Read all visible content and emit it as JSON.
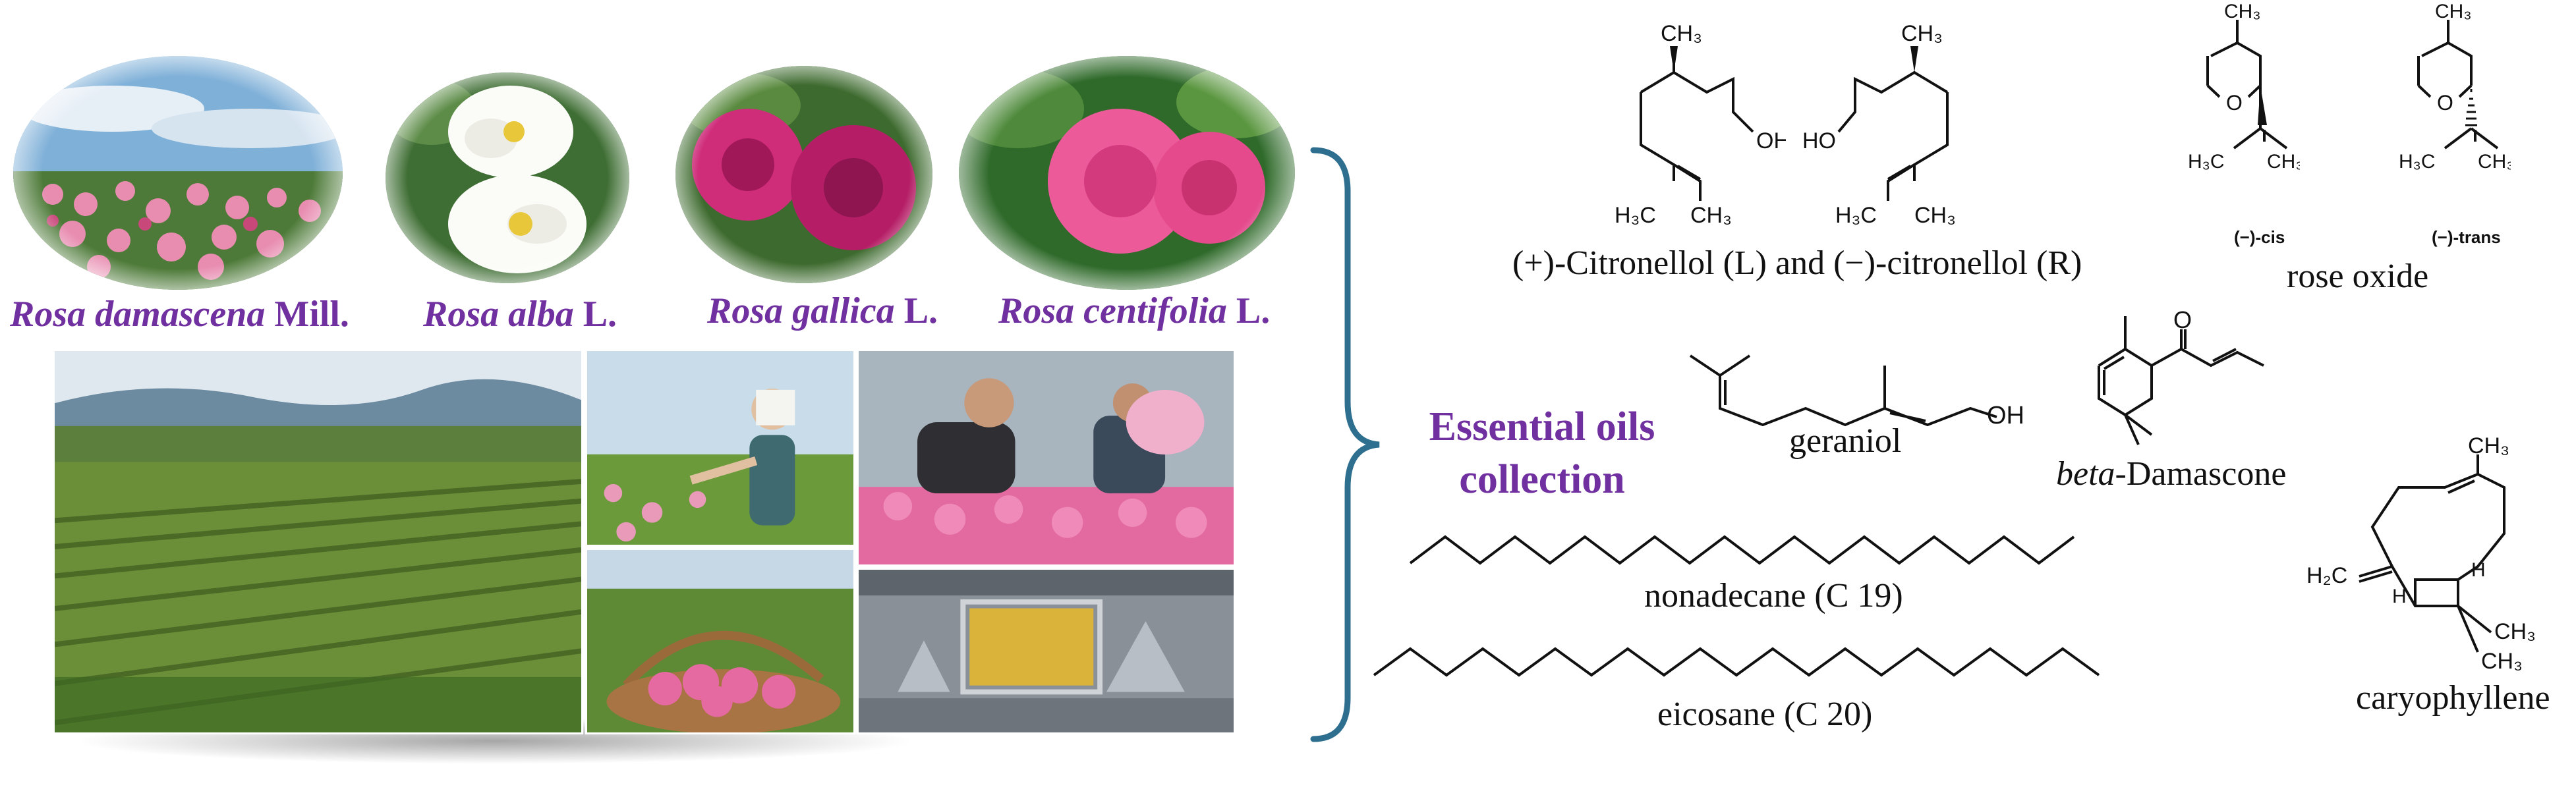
{
  "species": [
    {
      "italic": "Rosa damascena",
      "author": " Mill."
    },
    {
      "italic": "Rosa alba",
      "author": " L."
    },
    {
      "italic": "Rosa gallica",
      "author": " L."
    },
    {
      "italic": "Rosa centifolia",
      "author": " L."
    }
  ],
  "center_label": {
    "line1": "Essential oils",
    "line2": "collection"
  },
  "compounds": {
    "citronellol": "(+)-Citronellol (L) and (−)-citronellol (R)",
    "rose_oxide": "rose oxide",
    "rose_oxide_cis": "(−)-cis",
    "rose_oxide_trans": "(−)-trans",
    "geraniol": "geraniol",
    "damascone_italic": "beta",
    "damascone_rest": "-Damascone",
    "nonadecane": "nonadecane (C 19)",
    "eicosane": "eicosane (C 20)",
    "caryophyllene": "caryophyllene"
  },
  "atoms": {
    "ch3": "CH₃",
    "h3c": "H₃C",
    "oh": "OH",
    "ho": "HO",
    "o": "O",
    "h2c": "H₂C",
    "h": "H"
  },
  "colors": {
    "accent_purple": "#7030a0",
    "brace_blue": "#2e6e8e"
  }
}
